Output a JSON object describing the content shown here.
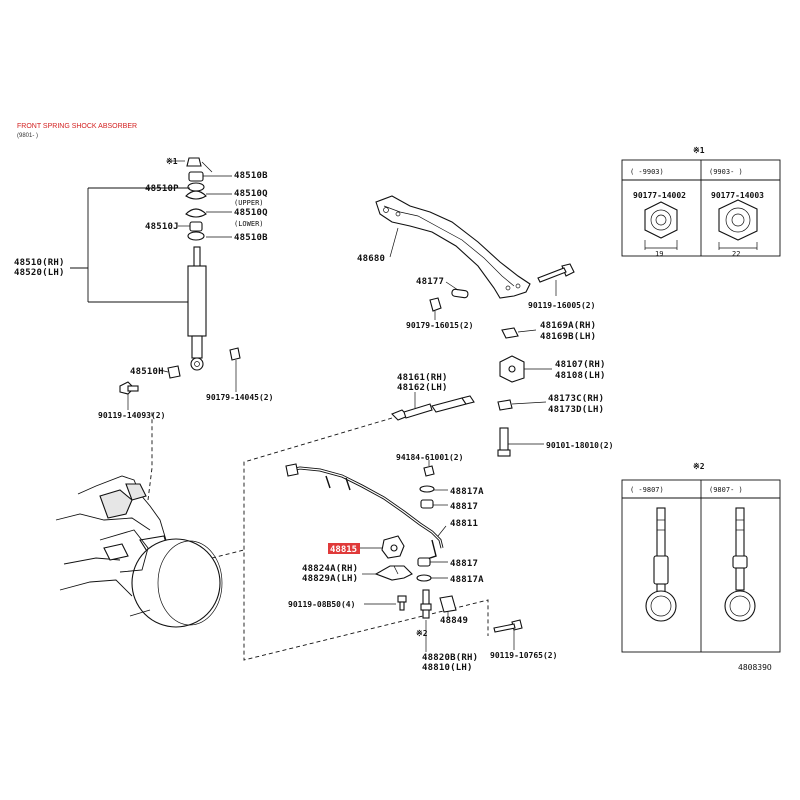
{
  "header": {
    "title": "FRONT SPRING SHOCK ABSORBER",
    "subtitle": "(9801- )"
  },
  "figure_id": "480839O",
  "callouts": {
    "c48510B_top": "48510B",
    "c48510P": "48510P",
    "c48510Q_upper": "48510Q",
    "c48510Q_upper_note": "(UPPER)",
    "c48510J": "48510J",
    "c48510Q_lower": "48510Q",
    "c48510Q_lower_note": "(LOWER)",
    "c48510B_mid": "48510B",
    "c48510_rh": "48510(RH)",
    "c48520_lh": "48520(LH)",
    "c48510H": "48510H",
    "c90119_14093": "90119-14093(2)",
    "c90179_14045": "90179-14045(2)",
    "c48680": "48680",
    "c48177": "48177",
    "c90179_16015": "90179-16015(2)",
    "c90119_16005": "90119-16005(2)",
    "c48169A": "48169A(RH)",
    "c48169B": "48169B(LH)",
    "c48107": "48107(RH)",
    "c48108": "48108(LH)",
    "c48173C": "48173C(RH)",
    "c48173D": "48173D(LH)",
    "c90101_18010": "90101-18010(2)",
    "c48161": "48161(RH)",
    "c48162": "48162(LH)",
    "c94184": "94184-61001(2)",
    "c48817A_top": "48817A",
    "c48817_top": "48817",
    "c48811": "48811",
    "c48815": "48815",
    "c48817_bot": "48817",
    "c48817A_bot": "48817A",
    "c48824A": "48824A(RH)",
    "c48829A": "48829A(LH)",
    "c90119_08B50": "90119-08B50(4)",
    "c48849": "48849",
    "c48820B": "48820B(RH)",
    "c48810": "48810(LH)",
    "c90119_10765": "90119-10765(2)",
    "note1_mark": "※1",
    "note2_mark": "※2",
    "note1_mark_label": "※1",
    "note2_mark_label": "※2"
  },
  "table1": {
    "mark": "※1",
    "col1_range": "(    -9903)",
    "col2_range": "(9903-    )",
    "col1_part": "90177-14002",
    "col2_part": "90177-14003",
    "col1_size": "19",
    "col2_size": "22"
  },
  "table2": {
    "mark": "※2",
    "col1_range": "(    -9807)",
    "col2_range": "(9807-    )"
  }
}
